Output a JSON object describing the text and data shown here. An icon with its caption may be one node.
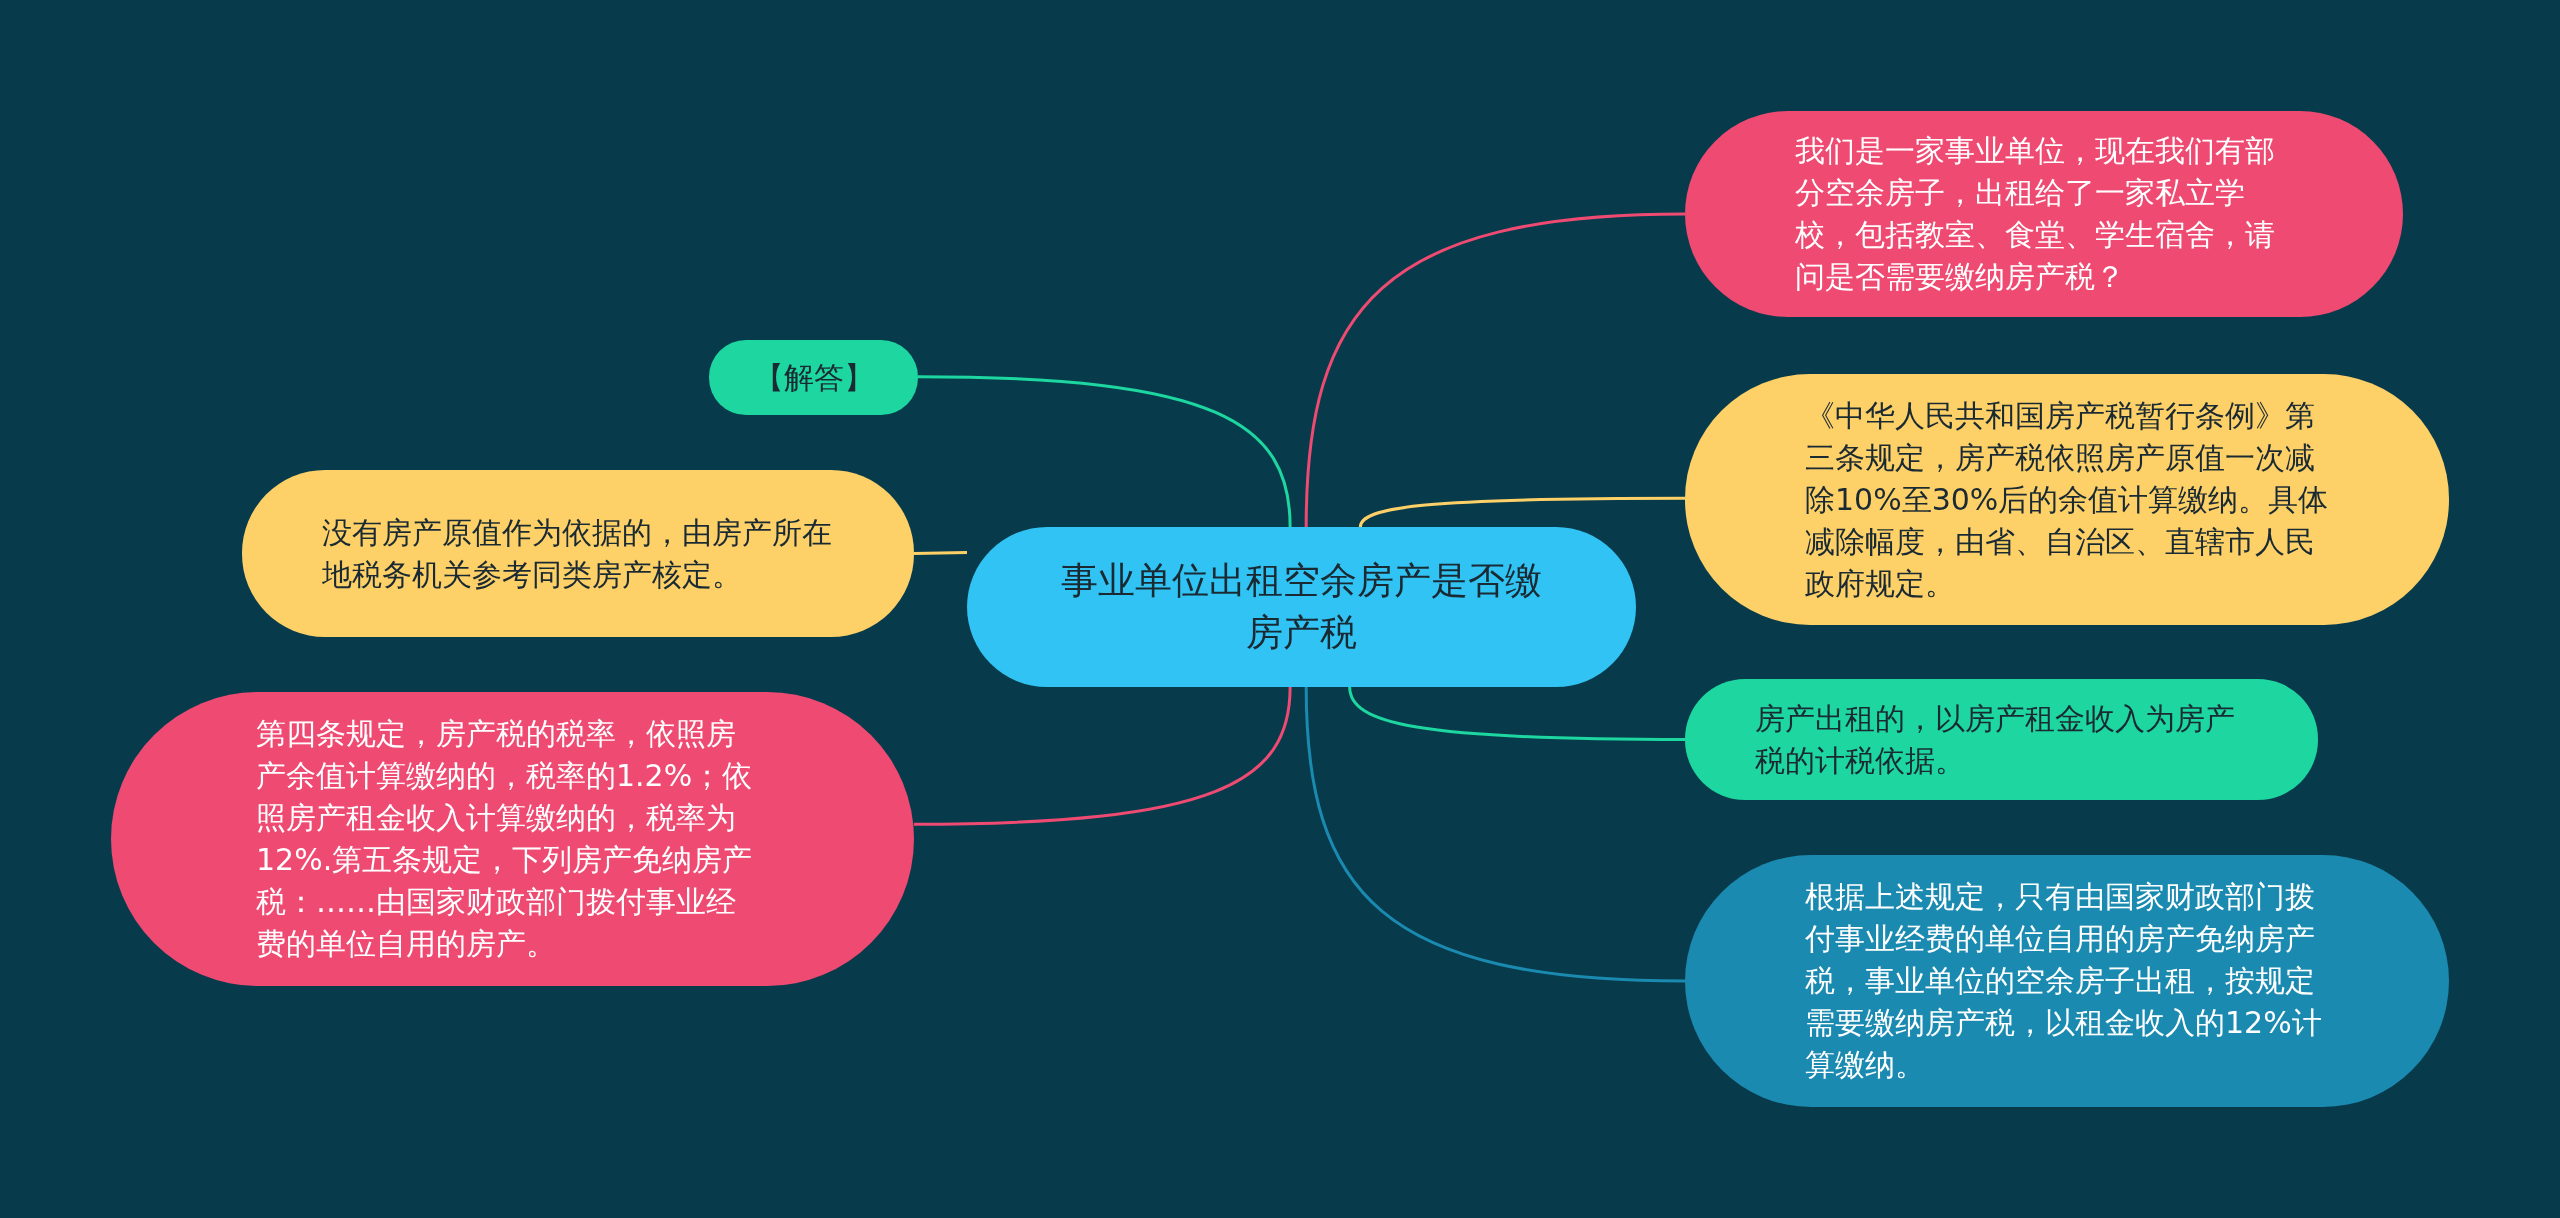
{
  "diagram": {
    "nodes": [
      {
        "text": [
          "事业单位出租空余房产是否缴房产税"
        ]
      },
      {
        "text": [
          "我们是一家事业单位，现在我们有部分空余房子，出租给了一家私立学校，包括教室、食堂、学生宿舍，请问是否需要缴纳房产税？"
        ]
      },
      {
        "text": [
          "《中华人民共和国房产税暂行条例》第三条规定，房产税依照房产原值一次减除10%至30%后的余值计算缴纳。具体减除幅度，由省、自治区、直辖市人民政府规定。"
        ]
      },
      {
        "text": [
          "房产出租的，以房产租金收入为房产税的计税依据。"
        ]
      },
      {
        "text": [
          "根据上述规定，只有由国家财政部门拨付事业经费的单位自用的房产免纳房产税，事业单位的空余房子出租，按规定需要缴纳房产税，以租金收入的12%计算缴纳。"
        ]
      },
      {
        "text": [
          "【解答】"
        ]
      },
      {
        "text": [
          "没有房产原值作为依据的，由房产所在地税务机关参考同类房产核定。"
        ]
      },
      {
        "text": [
          "第四条规定，房产税的税率，依照房产余值计算缴纳的，税率的1.2%；依照房产租金收入计算缴纳的，税率为12%.第五条规定，下列房产免纳房产税：……由国家财政部门拨付事业经费的单位自用的房产。"
        ]
      }
    ],
    "edges": [
      {
        "from": 0,
        "to": 1,
        "arrow": "none",
        "color": "#ee4a72"
      },
      {
        "from": 0,
        "to": 2,
        "arrow": "none",
        "color": "#fdd068"
      },
      {
        "from": 0,
        "to": 3,
        "arrow": "none",
        "color": "#1dd6a0"
      },
      {
        "from": 0,
        "to": 4,
        "arrow": "none",
        "color": "#1a8ab0"
      },
      {
        "from": 0,
        "to": 5,
        "arrow": "none",
        "color": "#1dd6a0"
      },
      {
        "from": 0,
        "to": 6,
        "arrow": "none",
        "color": "#fdd068"
      },
      {
        "from": 0,
        "to": 7,
        "arrow": "none",
        "color": "#ee4a72"
      }
    ]
  }
}
